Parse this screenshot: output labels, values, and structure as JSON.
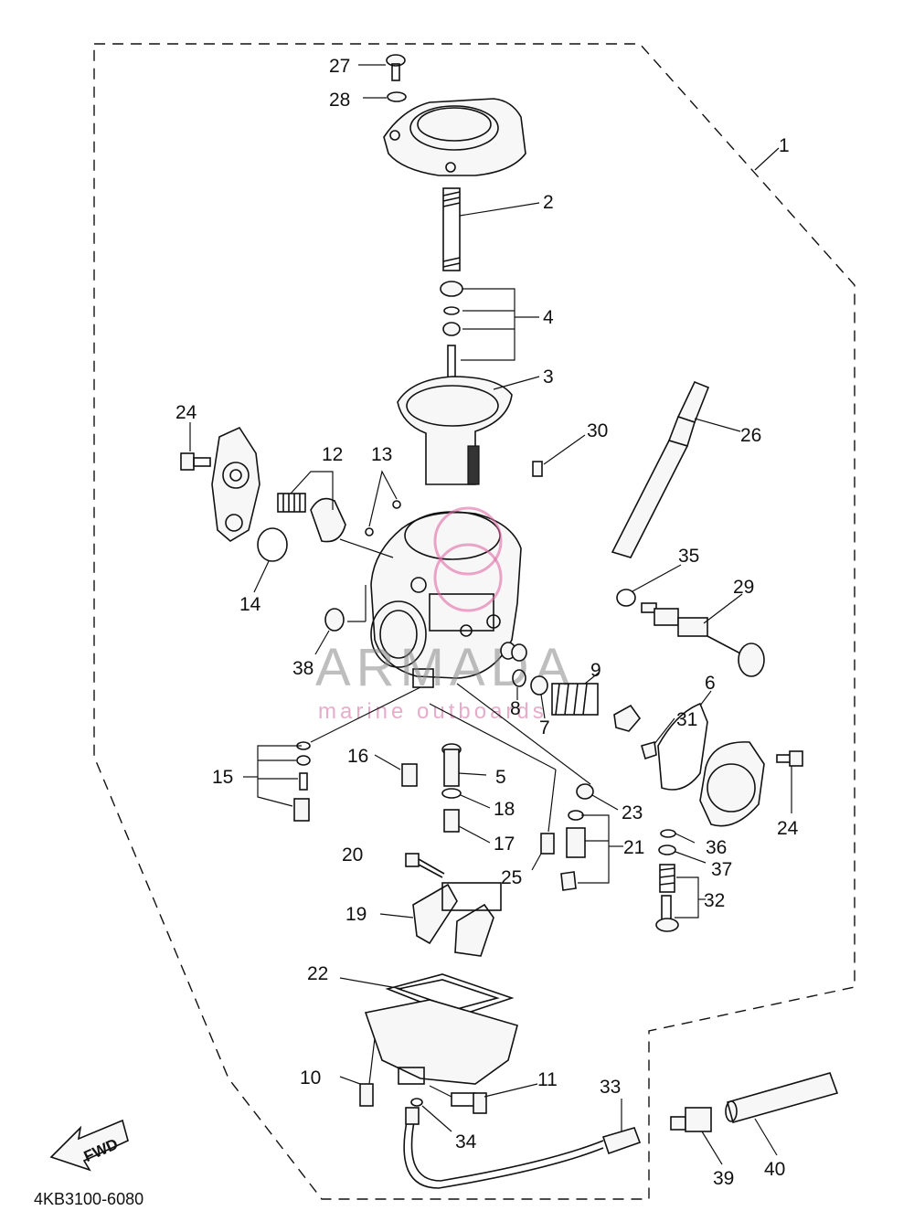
{
  "diagram_code": "4KB3100-6080",
  "fwd_label": "FWD",
  "watermark": {
    "brand": "ARMADA",
    "tagline": "marine outboards"
  },
  "parts": [
    {
      "id": "p1",
      "num": "1"
    },
    {
      "id": "p2",
      "num": "2"
    },
    {
      "id": "p3",
      "num": "3"
    },
    {
      "id": "p4",
      "num": "4"
    },
    {
      "id": "p5",
      "num": "5"
    },
    {
      "id": "p6",
      "num": "6"
    },
    {
      "id": "p7",
      "num": "7"
    },
    {
      "id": "p8",
      "num": "8"
    },
    {
      "id": "p9",
      "num": "9"
    },
    {
      "id": "p10",
      "num": "10"
    },
    {
      "id": "p11",
      "num": "11"
    },
    {
      "id": "p12",
      "num": "12"
    },
    {
      "id": "p13",
      "num": "13"
    },
    {
      "id": "p14",
      "num": "14"
    },
    {
      "id": "p15",
      "num": "15"
    },
    {
      "id": "p16",
      "num": "16"
    },
    {
      "id": "p17",
      "num": "17"
    },
    {
      "id": "p18",
      "num": "18"
    },
    {
      "id": "p19",
      "num": "19"
    },
    {
      "id": "p20",
      "num": "20"
    },
    {
      "id": "p21",
      "num": "21"
    },
    {
      "id": "p22",
      "num": "22"
    },
    {
      "id": "p23",
      "num": "23"
    },
    {
      "id": "p24a",
      "num": "24"
    },
    {
      "id": "p24b",
      "num": "24"
    },
    {
      "id": "p25",
      "num": "25"
    },
    {
      "id": "p26",
      "num": "26"
    },
    {
      "id": "p27",
      "num": "27"
    },
    {
      "id": "p28",
      "num": "28"
    },
    {
      "id": "p29",
      "num": "29"
    },
    {
      "id": "p30",
      "num": "30"
    },
    {
      "id": "p31",
      "num": "31"
    },
    {
      "id": "p32",
      "num": "32"
    },
    {
      "id": "p33",
      "num": "33"
    },
    {
      "id": "p34",
      "num": "34"
    },
    {
      "id": "p35",
      "num": "35"
    },
    {
      "id": "p36",
      "num": "36"
    },
    {
      "id": "p37",
      "num": "37"
    },
    {
      "id": "p38",
      "num": "38"
    },
    {
      "id": "p39",
      "num": "39"
    },
    {
      "id": "p40",
      "num": "40"
    }
  ]
}
